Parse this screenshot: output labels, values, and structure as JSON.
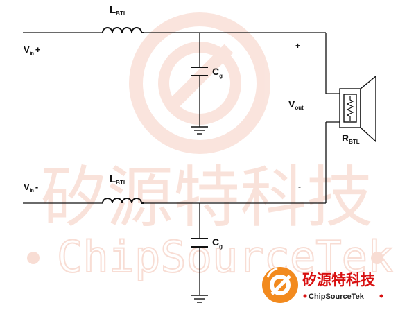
{
  "circuit": {
    "vin_plus": {
      "main": "V",
      "sub": "in",
      "suffix": "+"
    },
    "vin_minus": {
      "main": "V",
      "sub": "in",
      "suffix": "-"
    },
    "inductor_top": {
      "main": "L",
      "sub": "BTL"
    },
    "inductor_bottom": {
      "main": "L",
      "sub": "BTL"
    },
    "cap_top": {
      "main": "C",
      "sub": "g"
    },
    "cap_bottom": {
      "main": "C",
      "sub": "g"
    },
    "vout": {
      "main": "V",
      "sub": "out"
    },
    "rload": {
      "main": "R",
      "sub": "BTL"
    },
    "plus_sign": "+",
    "minus_sign": "-"
  },
  "watermark": {
    "chinese": "矽源特科技",
    "latin": "ChipSourceTek",
    "color": "#f6cfc2"
  },
  "logo": {
    "chinese": "矽源特科技",
    "latin": "ChipSourceTek",
    "accent": "#d81010",
    "orange": "#f28a1e"
  }
}
